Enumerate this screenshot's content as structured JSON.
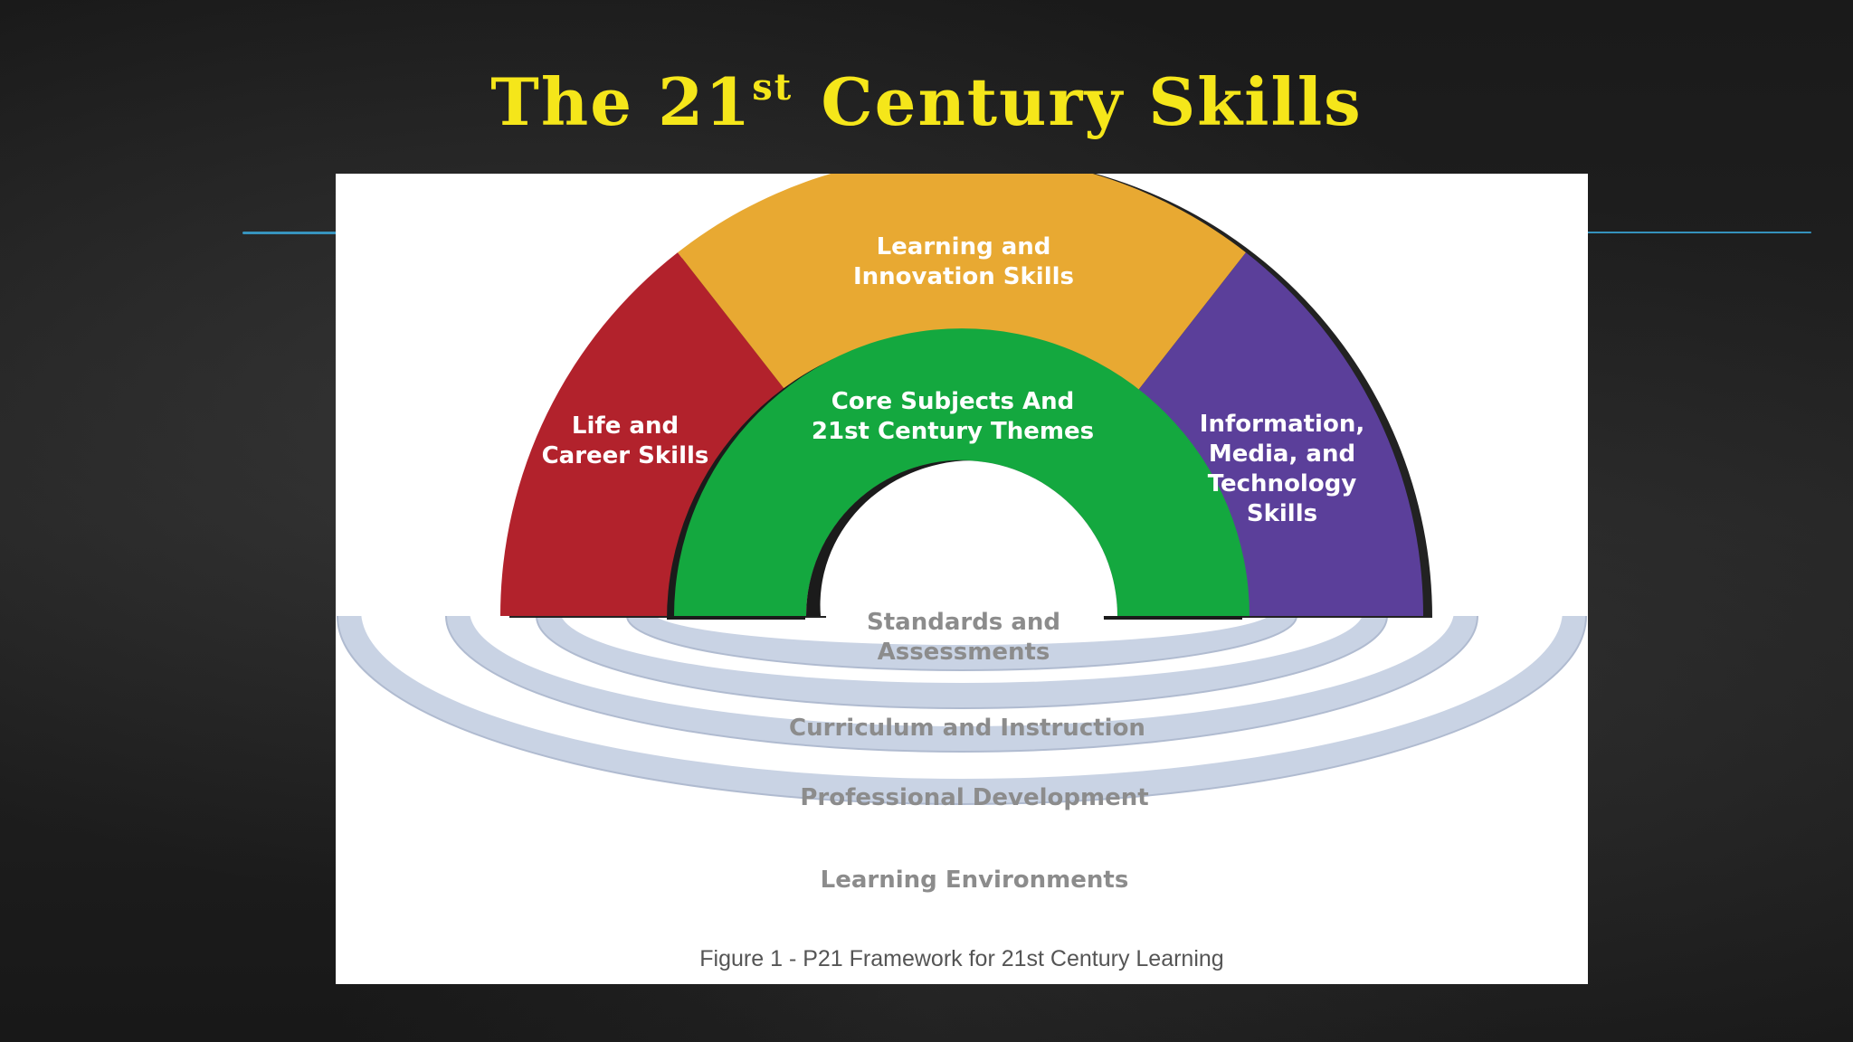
{
  "slide": {
    "title_main": "The 21",
    "title_sup": "st",
    "title_tail": " Century Skills"
  },
  "diagram": {
    "outer_segments": [
      {
        "lines": [
          "Life and",
          "Career Skills"
        ],
        "color": "#b2222c"
      },
      {
        "lines": [
          "Learning and",
          "Innovation Skills"
        ],
        "color": "#e8a932"
      },
      {
        "lines": [
          "Information,",
          "Media, and",
          "Technology",
          "Skills"
        ],
        "color": "#5b3f9a"
      }
    ],
    "core": {
      "lines": [
        "Core Subjects And",
        "21st Century Themes"
      ],
      "color": "#14a83f"
    },
    "support_rings": [
      {
        "lines": [
          "Standards and",
          "Assessments"
        ]
      },
      {
        "lines": [
          "Curriculum and Instruction"
        ]
      },
      {
        "lines": [
          "Professional Development"
        ]
      },
      {
        "lines": [
          "Learning Environments"
        ]
      }
    ],
    "ring_color": "#c9d3e4",
    "caption": "Figure 1 - P21 Framework for 21st Century Learning"
  },
  "colors": {
    "title": "#f5e61a",
    "chalk_accent": "#3aa7d8"
  }
}
